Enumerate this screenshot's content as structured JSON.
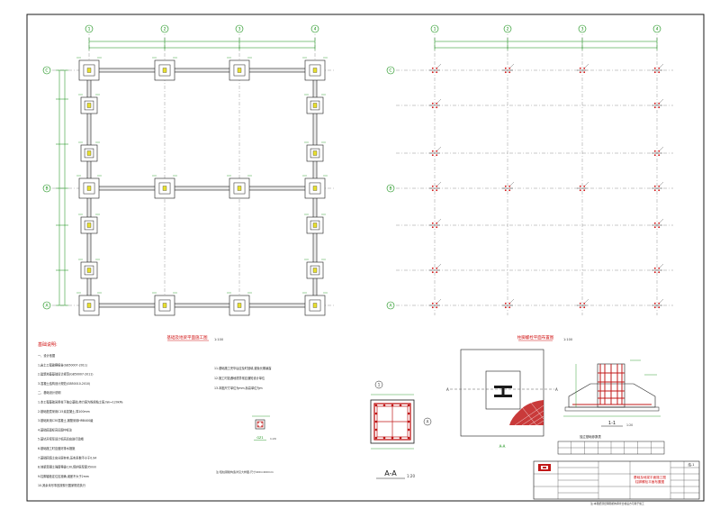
{
  "grid": {
    "columns": [
      "1",
      "2",
      "3",
      "4"
    ],
    "rows": [
      "C",
      "B",
      "A"
    ]
  },
  "plans": {
    "left_title": "基础及地梁平面施工图",
    "left_scale": "1:100",
    "right_title": "柱脚螺栓平面布置图",
    "right_scale": "1:100"
  },
  "notes": {
    "heading": "基础说明:",
    "col1": [
      "一、设计依据",
      "1.岩土工程勘察报告(GB50007-2011)",
      "2.建筑地基基础设计规范(GB50007-2011)",
      "3.混凝土结构设计规范(GB50010-2010)",
      "二、基础设计说明",
      "1.本工程基础采用柱下独立基础,持力层为粉质粘土层,fak=120kPa",
      "2.基础垫层采用C15素混凝土,厚100mm",
      "3.基础采用C30混凝土,钢筋采用HRB400级",
      "4.基础底面标高见图中标注",
      "5.基坑开挖至设计标高后应进行验槽",
      "6.基础施工时应做好排水措施",
      "7.基础回填土应分层夯实,压实系数不小于0.94",
      "8.地梁混凝土强度等级C30,保护层厚度35mm",
      "9.柱脚锚栓定位应准确,误差不大于2mm",
      "10.其余未尽事宜按现行国家规范执行"
    ],
    "col2": [
      "11.基础施工完毕后应及时回填,避免长期暴露",
      "12.施工时如遇地质异常应通知设计单位",
      "13.本图尺寸单位为mm,标高单位为m"
    ]
  },
  "details": {
    "pier_label": "GZ1",
    "pier_scale": "1:20",
    "pier_note": "注:短柱钢筋构造详见大样图,尺寸400×400mm",
    "section_aa_label": "A-A",
    "section_aa_scale": "1:20",
    "circle_mark_1": "1",
    "circle_mark_a": "A",
    "baseplate_label": "A-A",
    "baseplate_mark": "A",
    "section_11_label": "1-1",
    "section_11_scale": "1:20",
    "table_title": "独立基础参数表"
  },
  "title_block": {
    "sheet_no": "结-1",
    "drawing_title": "基础及地梁平面施工图",
    "drawing_title_2": "柱脚螺栓平面布置图",
    "footer": "注:本图纸须经审图机构审查合格后方可用于施工"
  },
  "colors": {
    "line": "#1a1a1a",
    "grid": "#555555",
    "dimension": "#0a8a0a",
    "rebar": "#c01818",
    "highlight": "#e8e030"
  }
}
